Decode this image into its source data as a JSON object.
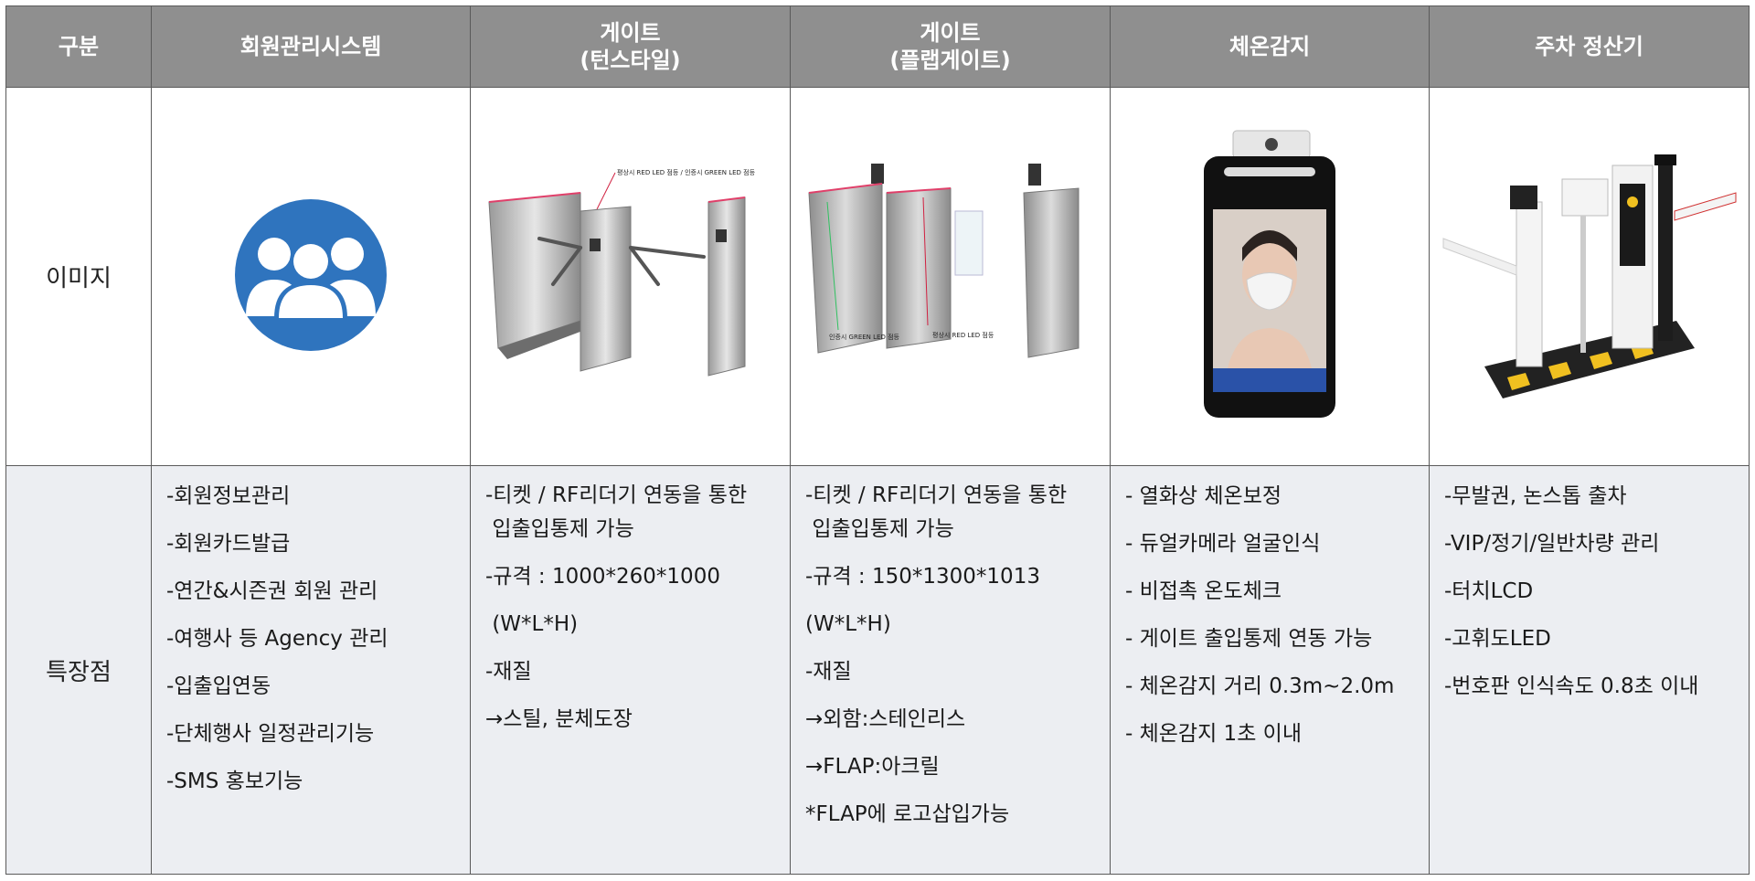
{
  "header": {
    "col0": "구분",
    "col1": "회원관리시스템",
    "col2_line1": "게이트",
    "col2_line2": "(턴스타일)",
    "col3_line1": "게이트",
    "col3_line2": "(플랩게이트)",
    "col4": "체온감지",
    "col5": "주차 정산기"
  },
  "rows": {
    "image_label": "이미지",
    "feature_label": "특장점"
  },
  "annotations": {
    "turnstile_led": "평상시 RED LED 점등  /  인증시 GREEN LED 점등",
    "flap_green": "인증시 GREEN LED 점등",
    "flap_red": "평상시 RED LED 점등"
  },
  "features": {
    "member": [
      "-회원정보관리",
      "-회원카드발급",
      "-연간&시즌권 회원 관리",
      "-여행사 등 Agency 관리",
      "-입출입연동",
      "-단체행사 일정관리기능",
      "-SMS 홍보기능"
    ],
    "turnstile": [
      "-티켓 / RF리더기 연동을 통한\n 입출입통제 가능",
      "-규격 : 1000*260*1000",
      " (W*L*H)",
      "-재질",
      "→스틸, 분체도장"
    ],
    "flap": [
      "-티켓 / RF리더기 연동을 통한\n 입출입통제 가능",
      "-규격 : 150*1300*1013",
      "(W*L*H)",
      "-재질",
      "→외함:스테인리스",
      "→FLAP:아크릴",
      "*FLAP에 로고삽입가능"
    ],
    "temp": [
      "- 열화상 체온보정",
      "- 듀얼카메라 얼굴인식",
      "- 비접촉 온도체크",
      "- 게이트 출입통제 연동 가능",
      "- 체온감지 거리 0.3m~2.0m",
      "- 체온감지 1초 이내"
    ],
    "parking": [
      "-무발권, 논스톱 출차",
      "-VIP/정기/일반차량 관리",
      "-터치LCD",
      "-고휘도LED",
      "-번호판 인식속도 0.8초 이내"
    ]
  },
  "colors": {
    "header_bg": "#8f8f8f",
    "feature_bg": "#eceef2",
    "member_icon_bg": "#2f74be"
  }
}
